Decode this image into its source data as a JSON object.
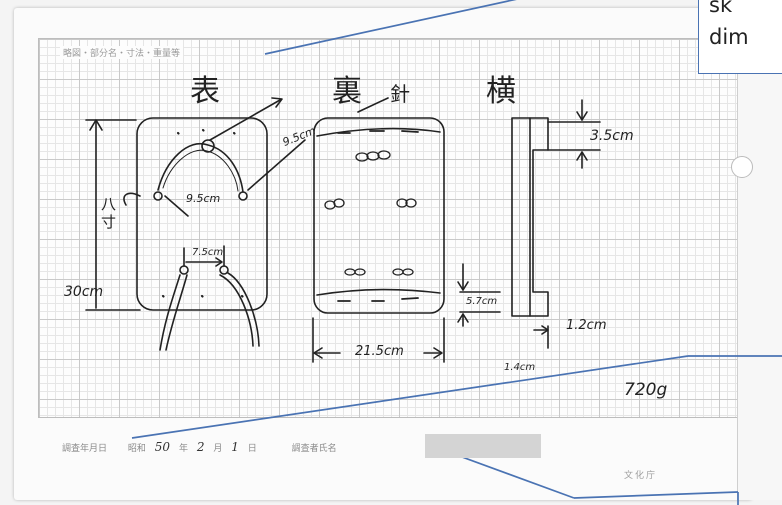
{
  "header": {
    "form_label": "略図・部分名・寸法・重量等"
  },
  "sketch": {
    "front_label": "表",
    "back_label": "裏",
    "needle_label": "針",
    "side_label": "横",
    "height_label": "八寸",
    "dimensions": {
      "height": "30cm",
      "cord_length": "9.5cm",
      "cord_span": "9.5cm",
      "hole_spacing": "7.5cm",
      "width": "21.5cm",
      "bottom_margin": "5.7cm",
      "side_top": "3.5cm",
      "side_gap": "1.2cm",
      "side_thickness": "1.4cm"
    },
    "weight": "720g"
  },
  "form": {
    "survey_date_label": "調査年月日",
    "era": "昭和",
    "year": "50",
    "year_unit": "年",
    "month": "2",
    "month_unit": "月",
    "day": "1",
    "day_unit": "日",
    "surveyor_label": "調査者氏名",
    "agency": "文化庁"
  },
  "callouts": {
    "top_right_line1": "sk",
    "top_right_line2": "dim"
  },
  "colors": {
    "callout_blue": "#4a73b3",
    "pencil": "#222222"
  }
}
